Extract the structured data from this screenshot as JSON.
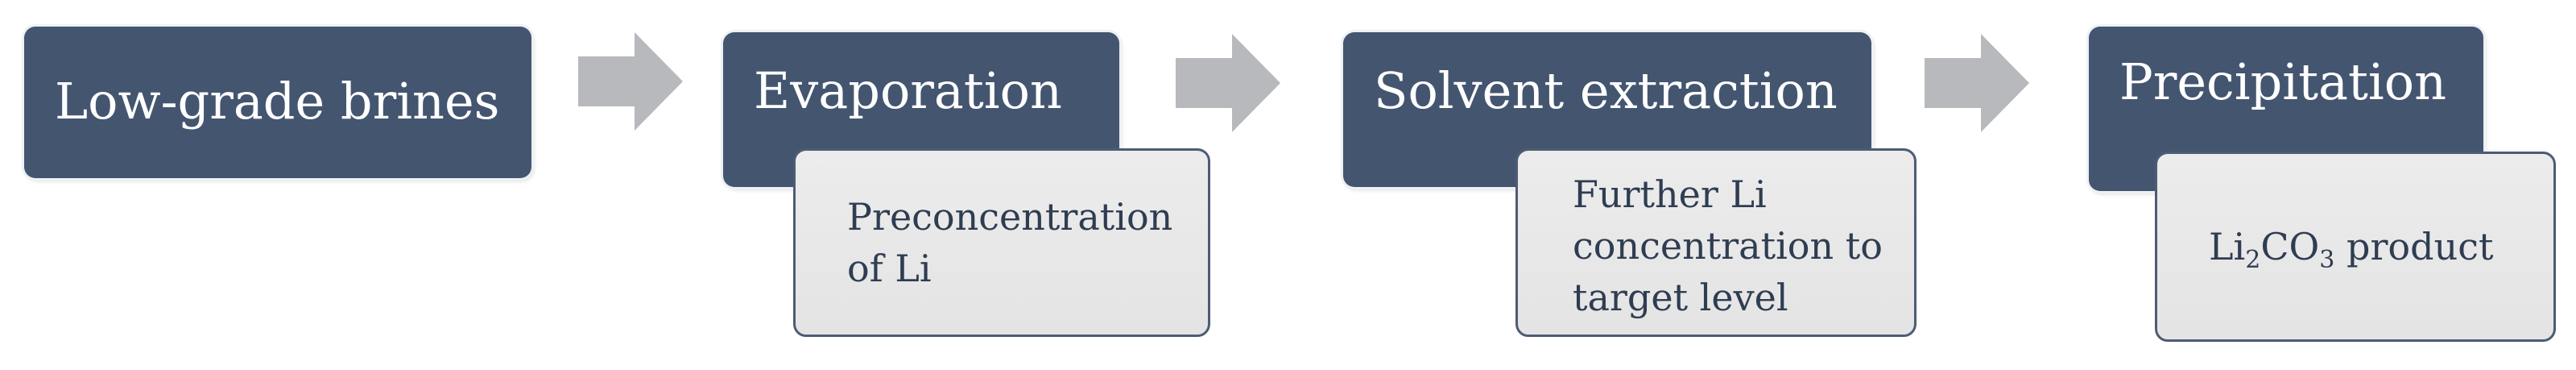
{
  "diagram": {
    "stages": [
      {
        "label": "Low-grade brines"
      },
      {
        "label": "Evaporation"
      },
      {
        "label": "Solvent extraction"
      },
      {
        "label": "Precipitation"
      }
    ],
    "notes": {
      "evaporation": [
        "Preconcentration",
        "of Li"
      ],
      "solvent_extraction": [
        "Further Li",
        "concentration to",
        "target level"
      ],
      "precipitation": {
        "prefix": "Li",
        "sub1": "2",
        "mid": "CO",
        "sub2": "3",
        "suffix": " product"
      }
    },
    "colors": {
      "stage_fill": "#445570",
      "note_fill": "#e8e8e8",
      "note_border": "#4c5c74",
      "arrow_fill": "#b7b9bd"
    },
    "icons": [
      "arrow-right-icon",
      "arrow-right-icon",
      "arrow-right-icon"
    ]
  }
}
